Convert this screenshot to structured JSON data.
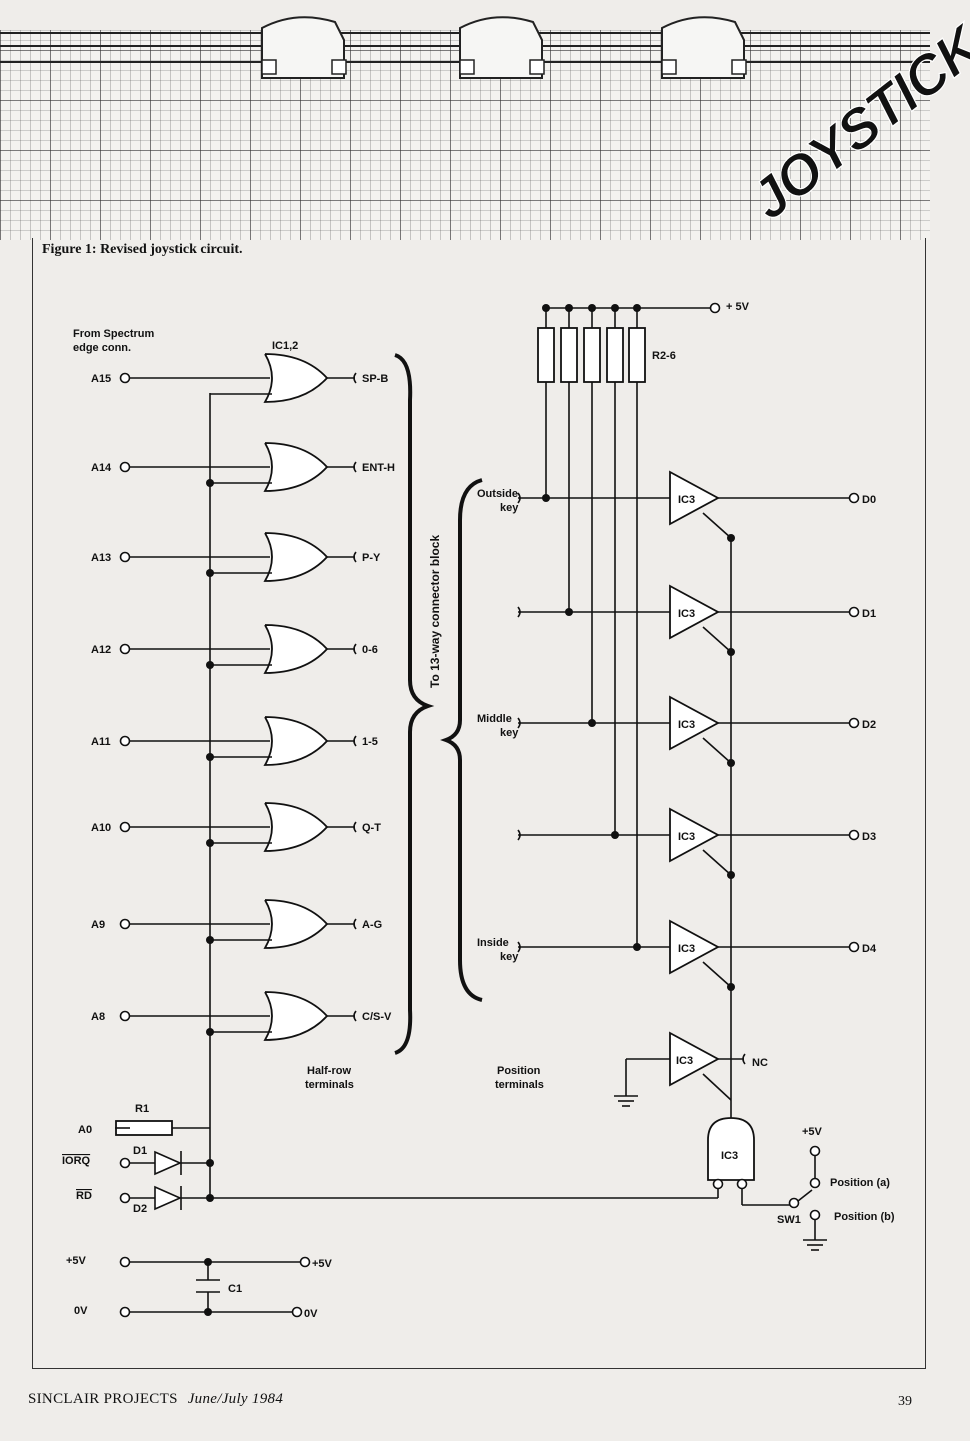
{
  "header": {
    "title": "JOYSTICK"
  },
  "figure": {
    "caption": "Figure 1: Revised joystick circuit.",
    "source_label_line1": "From Spectrum",
    "source_label_line2": "edge conn.",
    "or_gate_group_label": "IC1,2",
    "address_inputs": [
      "A15",
      "A14",
      "A13",
      "A12",
      "A11",
      "A10",
      "A9",
      "A8"
    ],
    "half_row_outputs": [
      "SP-B",
      "ENT-H",
      "P-Y",
      "0-6",
      "1-5",
      "Q-T",
      "A-G",
      "C/S-V"
    ],
    "half_row_label_line1": "Half-row",
    "half_row_label_line2": "terminals",
    "connector_label": "To 13-way connector block",
    "position_label_line1": "Position",
    "position_label_line2": "terminals",
    "keys": [
      {
        "line1": "Outside",
        "line2": "key"
      },
      {
        "line1": "Middle",
        "line2": "key"
      },
      {
        "line1": "Inside",
        "line2": "key"
      }
    ],
    "supply_label": "+ 5V",
    "resistor_array_label": "R2-6",
    "buffer_label": "IC3",
    "data_outputs": [
      "D0",
      "D1",
      "D2",
      "D3",
      "D4"
    ],
    "nc_label": "NC",
    "and_gate_label": "IC3",
    "r1_label": "R1",
    "d1_label": "D1",
    "d2_label": "D2",
    "c1_label": "C1",
    "a0_label": "A0",
    "iorq_label": "IORQ",
    "rd_label": "RD",
    "plus5_left": "+5V",
    "plus5_right": "+5V",
    "zero_left": "0V",
    "zero_right": "0V",
    "sw_plus5": "+5V",
    "sw_label": "SW1",
    "position_a": "Position (a)",
    "position_b": "Position (b)"
  },
  "footer": {
    "publication": "SINCLAIR PROJECTS",
    "issue": "June/July 1984",
    "page_number": "39"
  }
}
